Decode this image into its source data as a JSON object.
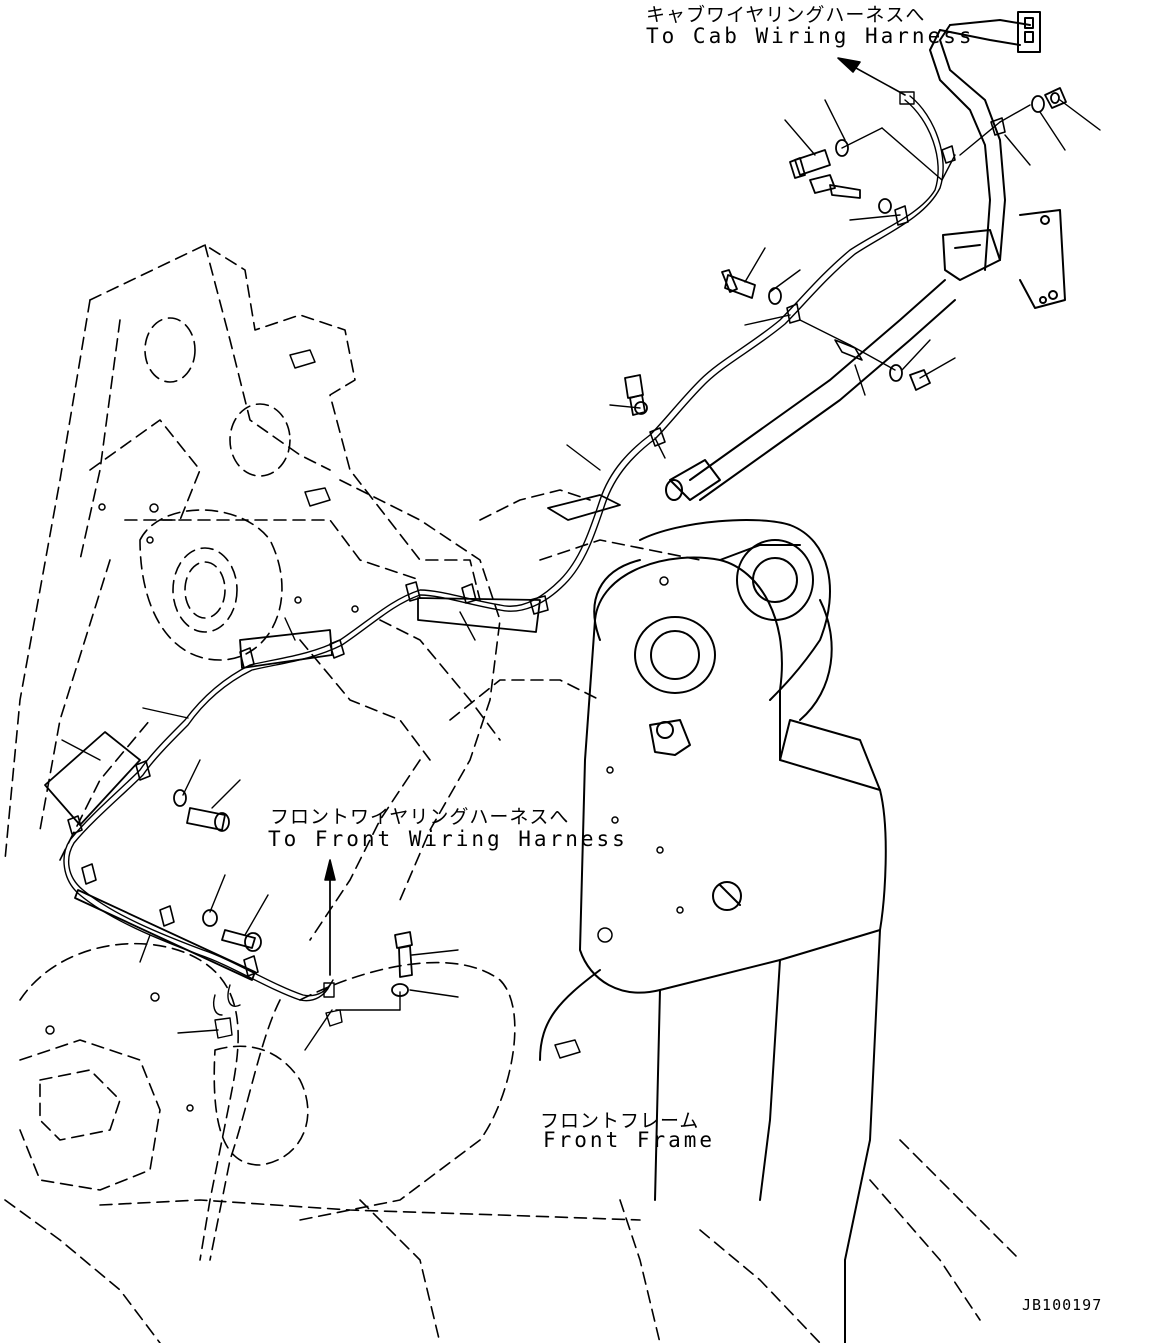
{
  "labels": {
    "cab_harness": {
      "jp": "キャブワイヤリングハーネスへ",
      "en": "To Cab Wiring Harness"
    },
    "front_harness": {
      "jp": "フロントワイヤリングハーネスへ",
      "en": "To Front Wiring Harness"
    },
    "front_frame": {
      "jp": "フロントフレーム",
      "en": "Front Frame"
    },
    "drawing_code": "JB100197"
  }
}
